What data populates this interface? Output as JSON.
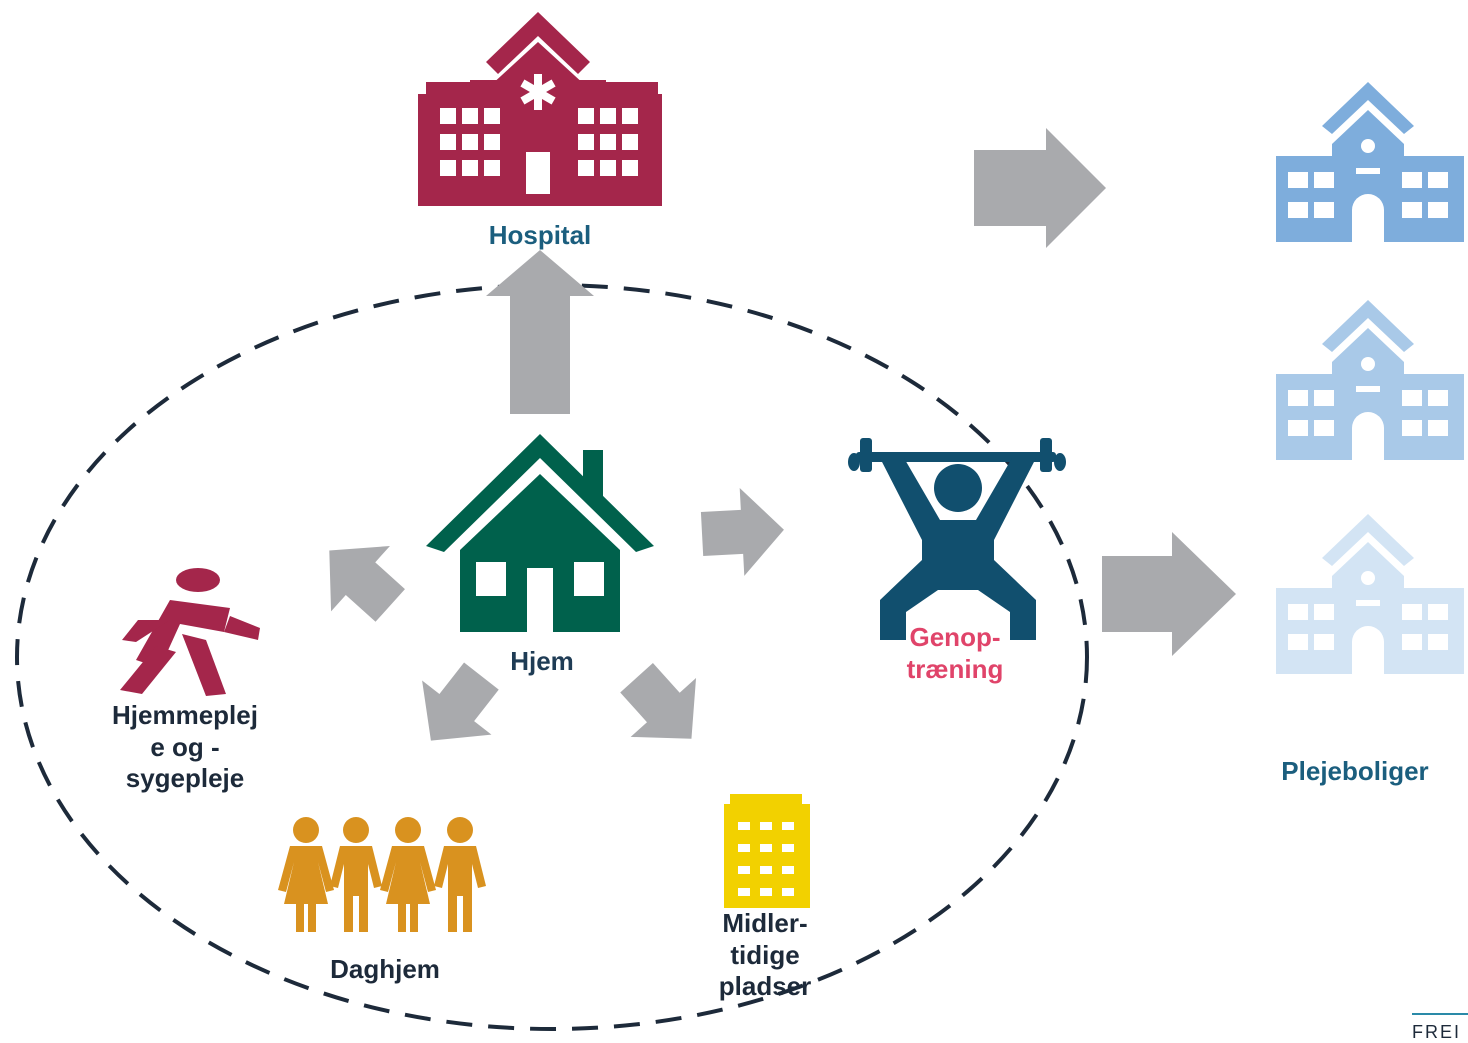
{
  "labels": {
    "hospital": "Hospital",
    "hjem": "Hjem",
    "hjemmepleje": "Hjemmeplej\ne og -\nsygepleje",
    "daghjem": "Daghjem",
    "midlertidige": "Midler-\ntidige\npladser",
    "genoptraening": "Genop-\ntræning",
    "plejeboliger": "Plejeboliger"
  },
  "footer": {
    "text": "FREI"
  },
  "icons": {
    "hospital": "hospital-building-icon",
    "home": "house-icon",
    "walking_person": "walking-person-icon",
    "people_group": "people-group-icon",
    "apartment": "apartment-building-icon",
    "weightlifter": "weightlifter-icon",
    "nursing_homes": "school-building-icon"
  },
  "colors": {
    "hospital": "#a4264b",
    "home": "#00614c",
    "walking_person": "#a4264b",
    "people_group": "#d9921f",
    "apartment": "#f2d100",
    "weightlifter": "#114f6e",
    "nursing_home_1": "#7eaddc",
    "nursing_home_2": "#a9c9e8",
    "nursing_home_3": "#d3e4f4",
    "arrow": "#a9aaad",
    "dashed_ellipse": "#1d2a3a"
  }
}
